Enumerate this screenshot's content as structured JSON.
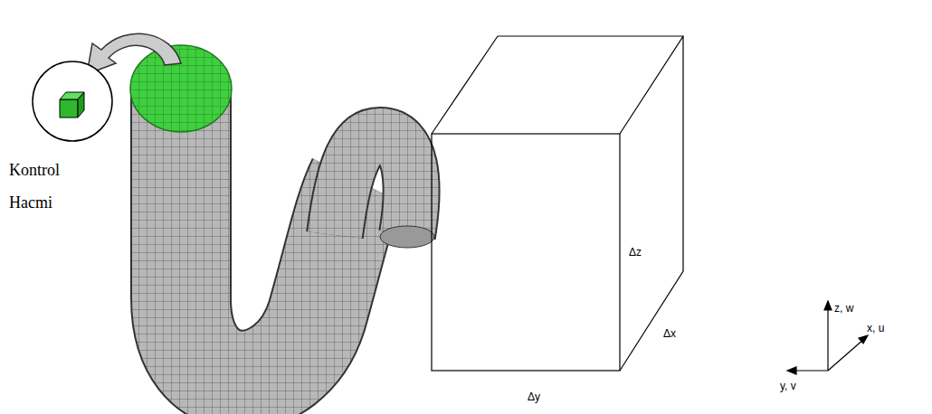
{
  "diagram": {
    "labels": [
      "Kontrol Hacmi",
      "Δz",
      "Δx",
      "Δy",
      "z, w",
      "x, u",
      "y, v"
    ]
  }
}
